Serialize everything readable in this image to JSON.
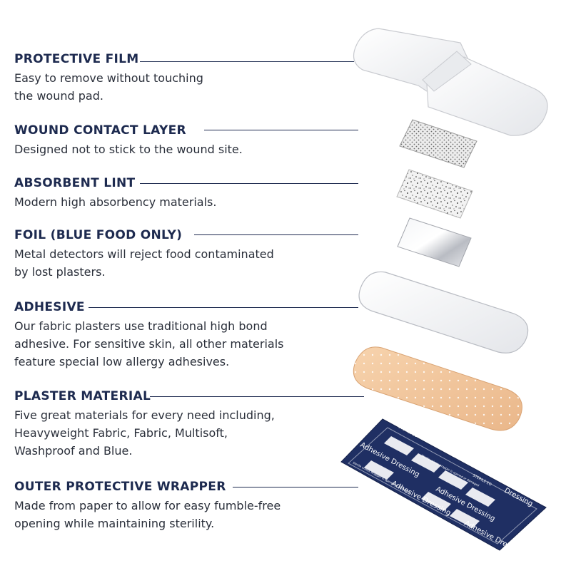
{
  "layers": [
    {
      "id": "protective-film",
      "title": "PROTECTIVE FILM",
      "desc": [
        "Easy to remove without touching",
        "the wound pad."
      ]
    },
    {
      "id": "wound-contact-layer",
      "title": "WOUND CONTACT LAYER",
      "desc": [
        "Designed not to stick to the wound site."
      ]
    },
    {
      "id": "absorbent-lint",
      "title": "ABSORBENT LINT",
      "desc": [
        "Modern high absorbency materials."
      ]
    },
    {
      "id": "foil",
      "title": "FOIL (BLUE FOOD ONLY)",
      "desc": [
        "Metal detectors will reject food contaminated",
        "by lost plasters."
      ]
    },
    {
      "id": "adhesive",
      "title": "ADHESIVE",
      "desc": [
        "Our fabric plasters use traditional high bond",
        "adhesive. For sensitive skin, all other materials",
        "feature special low allergy adhesives."
      ]
    },
    {
      "id": "plaster-material",
      "title": "PLASTER MATERIAL",
      "desc": [
        "Five great materials for every need including,",
        "Heavyweight Fabric, Fabric, Multisoft,",
        "Washproof and Blue."
      ]
    },
    {
      "id": "outer-wrapper",
      "title": "OUTER PROTECTIVE WRAPPER",
      "desc": [
        "Made from paper to allow for easy fumble-free",
        "opening while maintaining sterility."
      ]
    }
  ],
  "wrapper_print": {
    "adhesive_dressing": "Adhesive Dressing",
    "dressing": "Dressing",
    "sterile": "STERILE EO",
    "small_print": "Sterile unless wrapper is opened or damaged"
  },
  "colors": {
    "text_navy": "#1d2a4f",
    "wrapper_navy": "#1f2f63",
    "plaster_tan": "#f3c79a"
  }
}
